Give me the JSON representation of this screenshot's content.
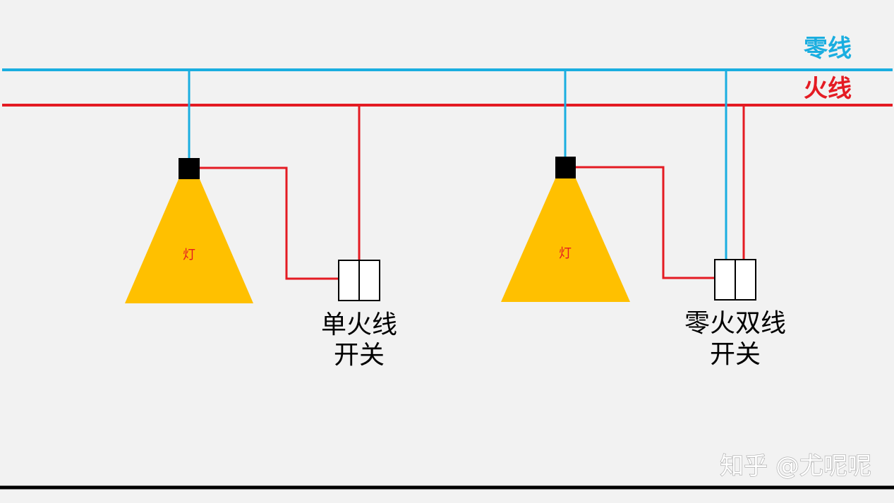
{
  "wires": {
    "neutral_label": "零线",
    "live_label": "火线",
    "neutral_color": "#1aaee0",
    "live_color": "#e41b23"
  },
  "lamps": [
    {
      "label": "灯"
    },
    {
      "label": "灯"
    }
  ],
  "switches": [
    {
      "label_line1": "单火线",
      "label_line2": "开关"
    },
    {
      "label_line1": "零火双线",
      "label_line2": "开关"
    }
  ],
  "watermark": "知乎 @尤呢呢",
  "colors": {
    "background": "#f2f2f2",
    "lamp_body": "#ffc000",
    "lamp_cap": "#000000",
    "bottom_rule": "#000000"
  }
}
